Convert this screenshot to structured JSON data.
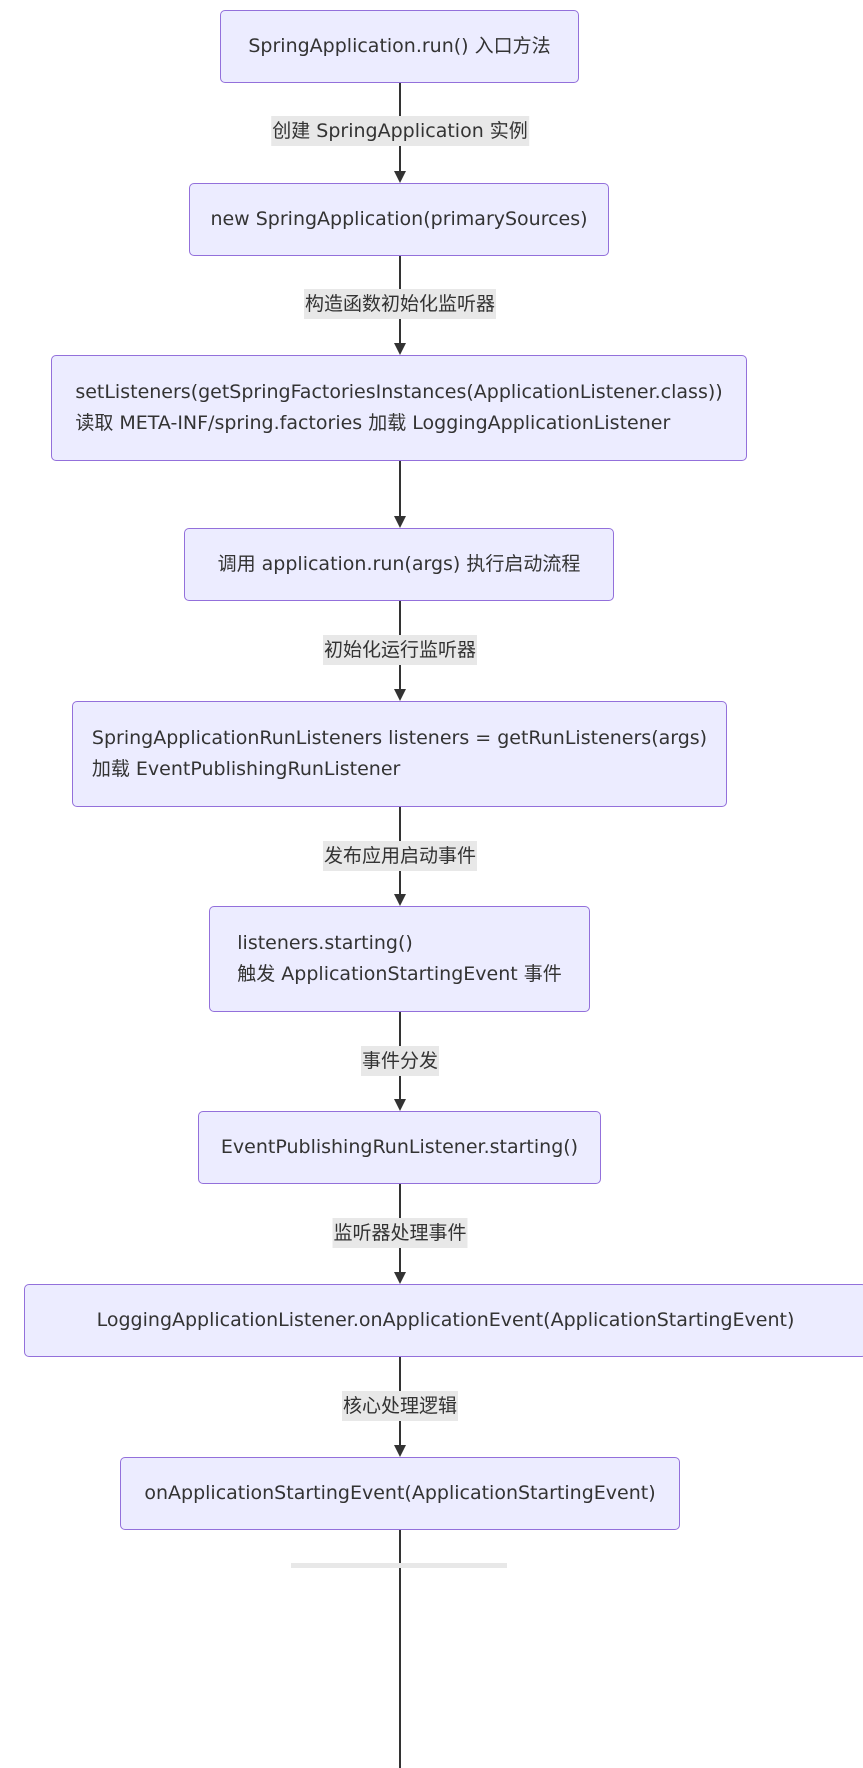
{
  "nodes": [
    {
      "id": "n1",
      "lines": [
        "SpringApplication.run() 入口方法"
      ]
    },
    {
      "id": "n2",
      "lines": [
        "new SpringApplication(primarySources)"
      ]
    },
    {
      "id": "n3",
      "lines": [
        "setListeners(getSpringFactoriesInstances(ApplicationListener.class))",
        "读取 META-INF/spring.factories 加载 LoggingApplicationListener"
      ]
    },
    {
      "id": "n4",
      "lines": [
        "调用 application.run(args) 执行启动流程"
      ]
    },
    {
      "id": "n5",
      "lines": [
        "SpringApplicationRunListeners listeners = getRunListeners(args)",
        "加载 EventPublishingRunListener"
      ]
    },
    {
      "id": "n6",
      "lines": [
        "listeners.starting()",
        "触发 ApplicationStartingEvent 事件"
      ]
    },
    {
      "id": "n7",
      "lines": [
        "EventPublishingRunListener.starting()"
      ]
    },
    {
      "id": "n8",
      "lines": [
        "LoggingApplicationListener.onApplicationEvent(ApplicationStartingEvent)"
      ]
    },
    {
      "id": "n9",
      "lines": [
        "onApplicationStartingEvent(ApplicationStartingEvent)"
      ]
    }
  ],
  "edges": [
    {
      "from": "n1",
      "to": "n2",
      "label": "创建 SpringApplication 实例"
    },
    {
      "from": "n2",
      "to": "n3",
      "label": "构造函数初始化监听器"
    },
    {
      "from": "n3",
      "to": "n4",
      "label": ""
    },
    {
      "from": "n4",
      "to": "n5",
      "label": "初始化运行监听器"
    },
    {
      "from": "n5",
      "to": "n6",
      "label": "发布应用启动事件"
    },
    {
      "from": "n6",
      "to": "n7",
      "label": "事件分发"
    },
    {
      "from": "n7",
      "to": "n8",
      "label": "监听器处理事件"
    },
    {
      "from": "n8",
      "to": "n9",
      "label": "核心处理逻辑"
    }
  ],
  "colors": {
    "node_fill": "#ECECFF",
    "node_border": "#9370DB",
    "edge": "#333333",
    "label_background": "#E8E8E8"
  }
}
